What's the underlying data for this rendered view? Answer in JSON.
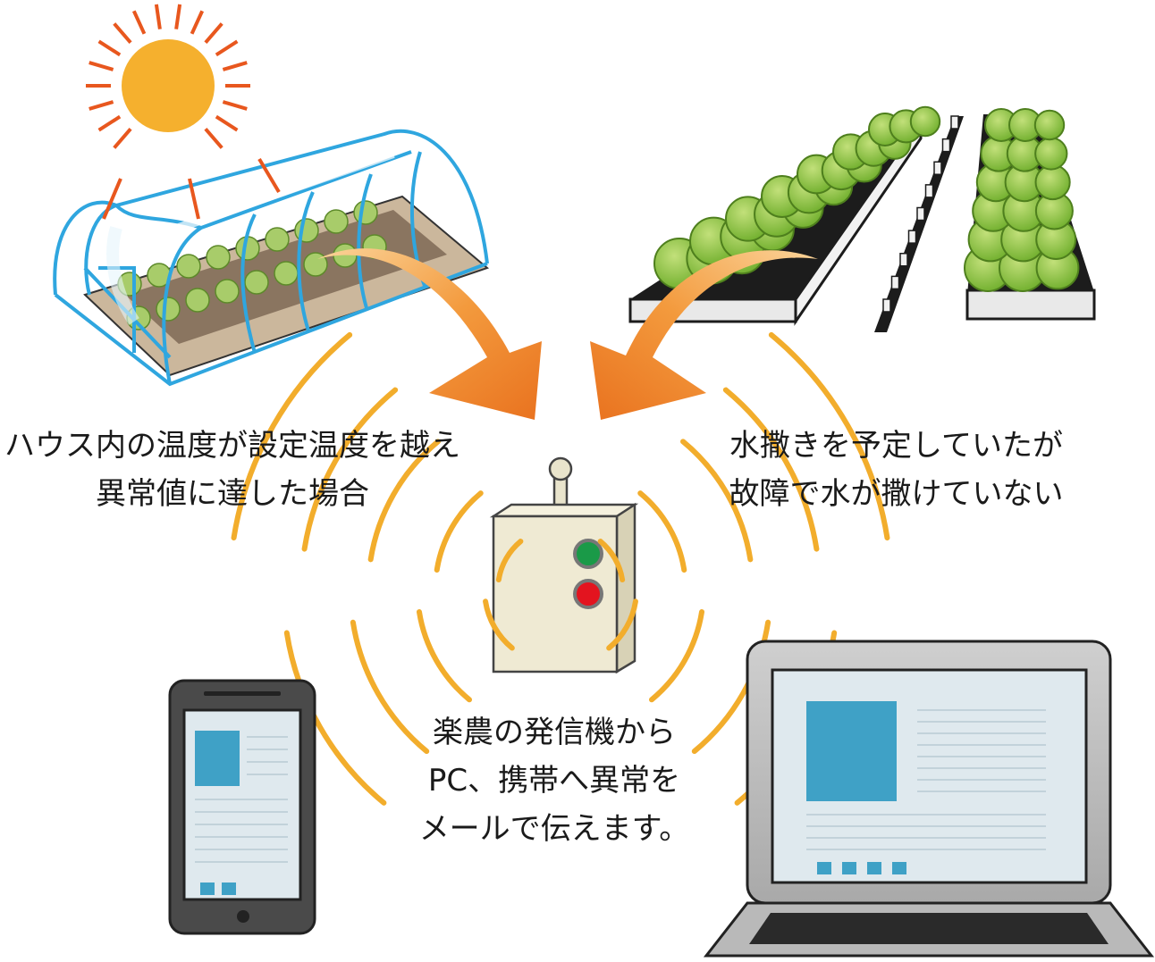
{
  "captions": {
    "greenhouse_alert": [
      "ハウス内の温度が設定温度を越え",
      "異常値に達した場合"
    ],
    "watering_alert": [
      "水撒きを予定していたが",
      "故障で水が撒けていない"
    ],
    "notification": [
      "楽農の発信機から",
      "PC、携帯へ異常を",
      "メールで伝えます。"
    ]
  },
  "colors": {
    "sun": "#f5b02e",
    "sun_rays": "#e8571e",
    "arrow": "#ef8527",
    "signal_waves": "#f2ad2c",
    "transmitter_body": "#efead3",
    "led_green": "#1a9a48",
    "led_red": "#e3141f",
    "screen": "#dfe9ee",
    "screen_block": "#3fa1c6",
    "greenhouse_frame": "#33a9e0",
    "plants": "#8cc63f"
  },
  "icons": {
    "sun": "sun-icon",
    "greenhouse": "greenhouse-icon",
    "field": "field-irrigation-icon",
    "transmitter": "transmitter-icon",
    "phone": "smartphone-icon",
    "laptop": "laptop-icon"
  }
}
